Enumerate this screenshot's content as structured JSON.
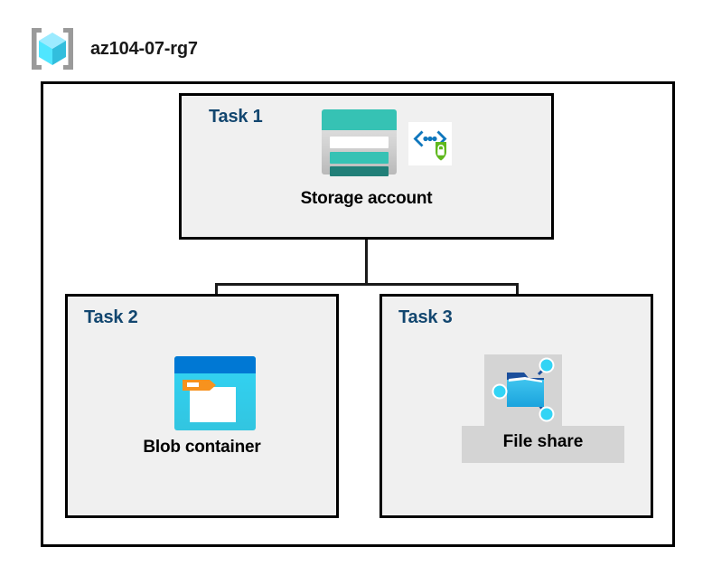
{
  "header": {
    "icon": "resource-group-cube-icon",
    "title": "az104-07-rg7"
  },
  "diagram": {
    "type": "azure-architecture-diagram",
    "container_label": "",
    "tasks": [
      {
        "id": "task1",
        "label": "Task 1",
        "node_caption": "Storage account",
        "icons": [
          "storage-account-icon",
          "secure-code-shield-icon"
        ]
      },
      {
        "id": "task2",
        "label": "Task 2",
        "node_caption": "Blob container",
        "icons": [
          "blob-container-icon"
        ]
      },
      {
        "id": "task3",
        "label": "Task 3",
        "node_caption": "File share",
        "icons": [
          "file-share-icon"
        ]
      }
    ],
    "connections": [
      {
        "from": "task1",
        "to": "task2"
      },
      {
        "from": "task1",
        "to": "task3"
      }
    ]
  },
  "colors": {
    "task_label": "#12466f",
    "box_border": "#000000",
    "box_fill": "#f0f0f0",
    "page_background": "#ffffff",
    "selection_highlight": "#d4d4d4",
    "storage_teal": "#36c2b4",
    "storage_teal_dark": "#217f78",
    "blob_blue": "#0078d4",
    "blob_cyan": "#32d4f5",
    "blob_orange": "#f7921e",
    "shield_green": "#5fb81d",
    "bracket_blue": "#0078d4",
    "cube_cyan": "#50e6ff",
    "bracket_gray": "#9a9a9a"
  }
}
